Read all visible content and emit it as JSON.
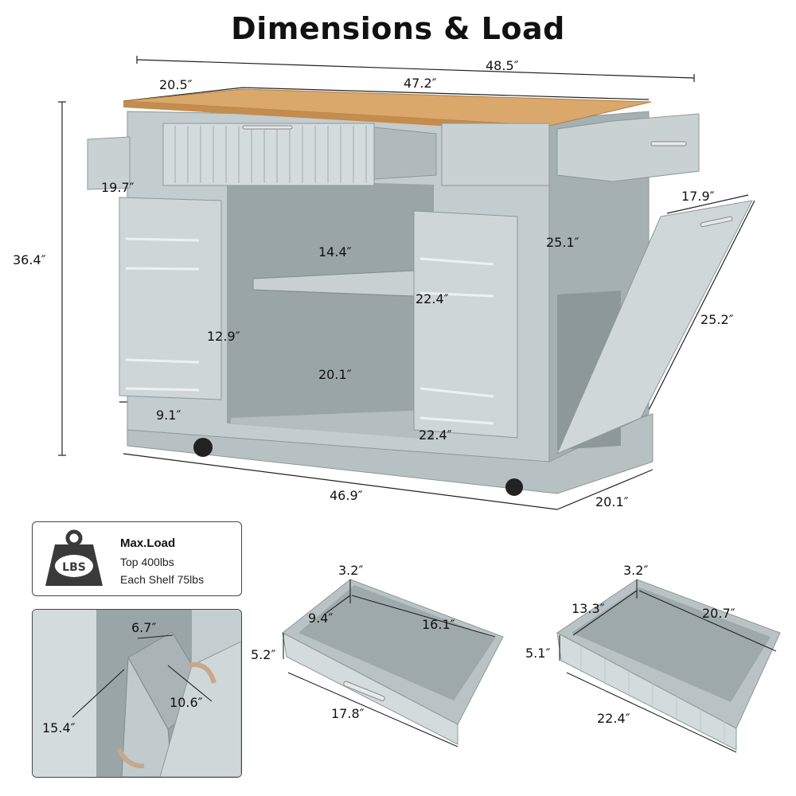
{
  "title": "Dimensions & Load",
  "dimensions": {
    "overall_width": "48.5″",
    "depth_top": "20.5″",
    "top_width": "47.2″",
    "height": "36.4″",
    "side_drawer_depth": "19.7″",
    "shelf_depth_upper": "14.4″",
    "shelf_width_upper": "22.4″",
    "door_shelf_height": "12.9″",
    "lower_depth": "20.1″",
    "lower_width": "22.4″",
    "side_shelf_depth": "9.1″",
    "right_cabinet_height": "25.1″",
    "bin_door_width": "17.9″",
    "bin_door_height": "25.2″",
    "base_width": "46.9″",
    "base_depth": "20.1″"
  },
  "load": {
    "title": "Max.Load",
    "line1": "Top 400lbs",
    "line2": "Each Shelf 75lbs",
    "weight_label": "LBS"
  },
  "bin_inset": {
    "width": "6.7″",
    "depth": "10.6″",
    "height": "15.4″"
  },
  "drawer_left": {
    "height_back": "3.2″",
    "inner_depth": "9.4″",
    "inner_width": "16.1″",
    "front_height": "5.2″",
    "outer_width": "17.8″"
  },
  "drawer_right": {
    "height_back": "3.2″",
    "inner_depth": "13.3″",
    "inner_width": "20.7″",
    "front_height": "5.1″",
    "outer_width": "22.4″"
  },
  "colors": {
    "cabinet": "#b7c1c3",
    "cabinet_dark": "#8d989b",
    "cabinet_light": "#d4dbdc",
    "wood": "#d9a86a",
    "interior": "#9aa5a8",
    "weight_icon": "#3a3a3a"
  }
}
